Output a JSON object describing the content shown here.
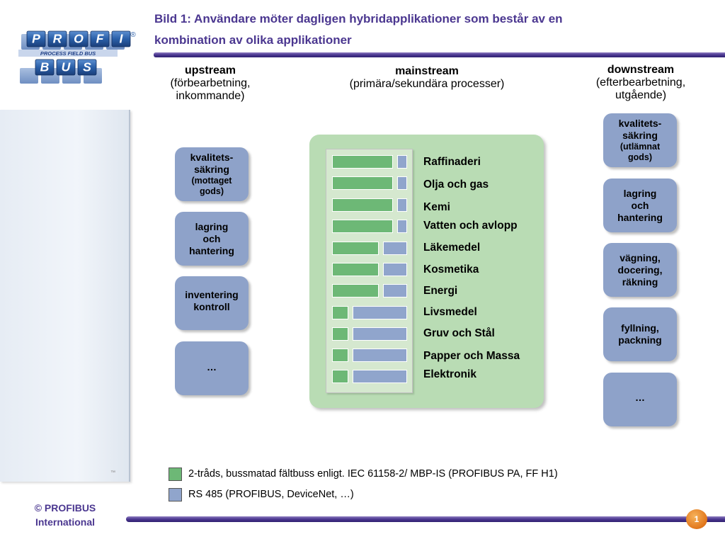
{
  "title": {
    "line1": "Bild 1: Användare möter dagligen hybridapplikationer som består av en",
    "line2": "kombination av olika applikationer"
  },
  "logo": {
    "top_letters": [
      "P",
      "R",
      "O",
      "F",
      "I"
    ],
    "band_text": "PROCESS FIELD BUS",
    "bottom_letters": [
      "B",
      "U",
      "S"
    ],
    "registered_mark": "®",
    "colors": {
      "tile": "#2a5fa8",
      "band": "#1e3f86",
      "tile_text": "#ffffff"
    }
  },
  "headers": {
    "upstream": {
      "heading": "upstream",
      "line1": "(förbearbetning,",
      "line2": "inkommande)"
    },
    "mainstream": {
      "heading": "mainstream",
      "line1": "(primära/sekundära processer)"
    },
    "downstream": {
      "heading": "downstream",
      "line1": "(efterbearbetning,",
      "line2": "utgående)"
    }
  },
  "upstream_boxes": [
    {
      "line1": "kvalitets-",
      "line2": "säkring",
      "sub1": "(mottaget",
      "sub2": "gods)"
    },
    {
      "line1": "lagring",
      "line2": "och",
      "line3": "hantering"
    },
    {
      "line1": "inventering",
      "line2": "kontroll"
    },
    {
      "line1": "…"
    }
  ],
  "downstream_boxes": [
    {
      "line1": "kvalitets-",
      "line2": "säkring",
      "sub1": "(utlämnat",
      "sub2": "gods)"
    },
    {
      "line1": "lagring",
      "line2": "och",
      "line3": "hantering"
    },
    {
      "line1": "vägning,",
      "line2": "docering,",
      "line3": "räkning"
    },
    {
      "line1": "fyllning,",
      "line2": "packning"
    },
    {
      "line1": "…"
    }
  ],
  "industries": [
    {
      "label": "Raffinaderi",
      "share_2wire": 0.81
    },
    {
      "label": "Olja och gas",
      "share_2wire": 0.81
    },
    {
      "label": "Kemi",
      "share_2wire": 0.81
    },
    {
      "label": "Vatten och avlopp",
      "share_2wire": 0.81
    },
    {
      "label": "Läkemedel",
      "share_2wire": 0.62
    },
    {
      "label": "Kosmetika",
      "share_2wire": 0.62
    },
    {
      "label": "Energi",
      "share_2wire": 0.62
    },
    {
      "label": "Livsmedel",
      "share_2wire": 0.22
    },
    {
      "label": "Gruv och Stål",
      "share_2wire": 0.22
    },
    {
      "label": "Papper och Massa",
      "share_2wire": 0.22
    },
    {
      "label": "Elektronik",
      "share_2wire": 0.22
    }
  ],
  "legend": [
    {
      "text": "2-tråds, bussmatad fältbuss enligt.  IEC 61158-2/ MBP-IS (PROFIBUS PA, FF H1)",
      "color": "#6db876"
    },
    {
      "text": "RS 485 (PROFIBUS, DeviceNet, …)",
      "color": "#90a5cc"
    }
  ],
  "footer": {
    "copyright_line1": "©  PROFIBUS",
    "copyright_line2": "International",
    "page_number": "1",
    "trademark": "™"
  },
  "colors": {
    "title": "#4b3790",
    "box_blue": "#8ea2c9",
    "mainstream_green": "#b9dcb4",
    "bar_green": "#6db876",
    "bar_blue": "#90a5cc",
    "page_badge": "#e1761b"
  }
}
